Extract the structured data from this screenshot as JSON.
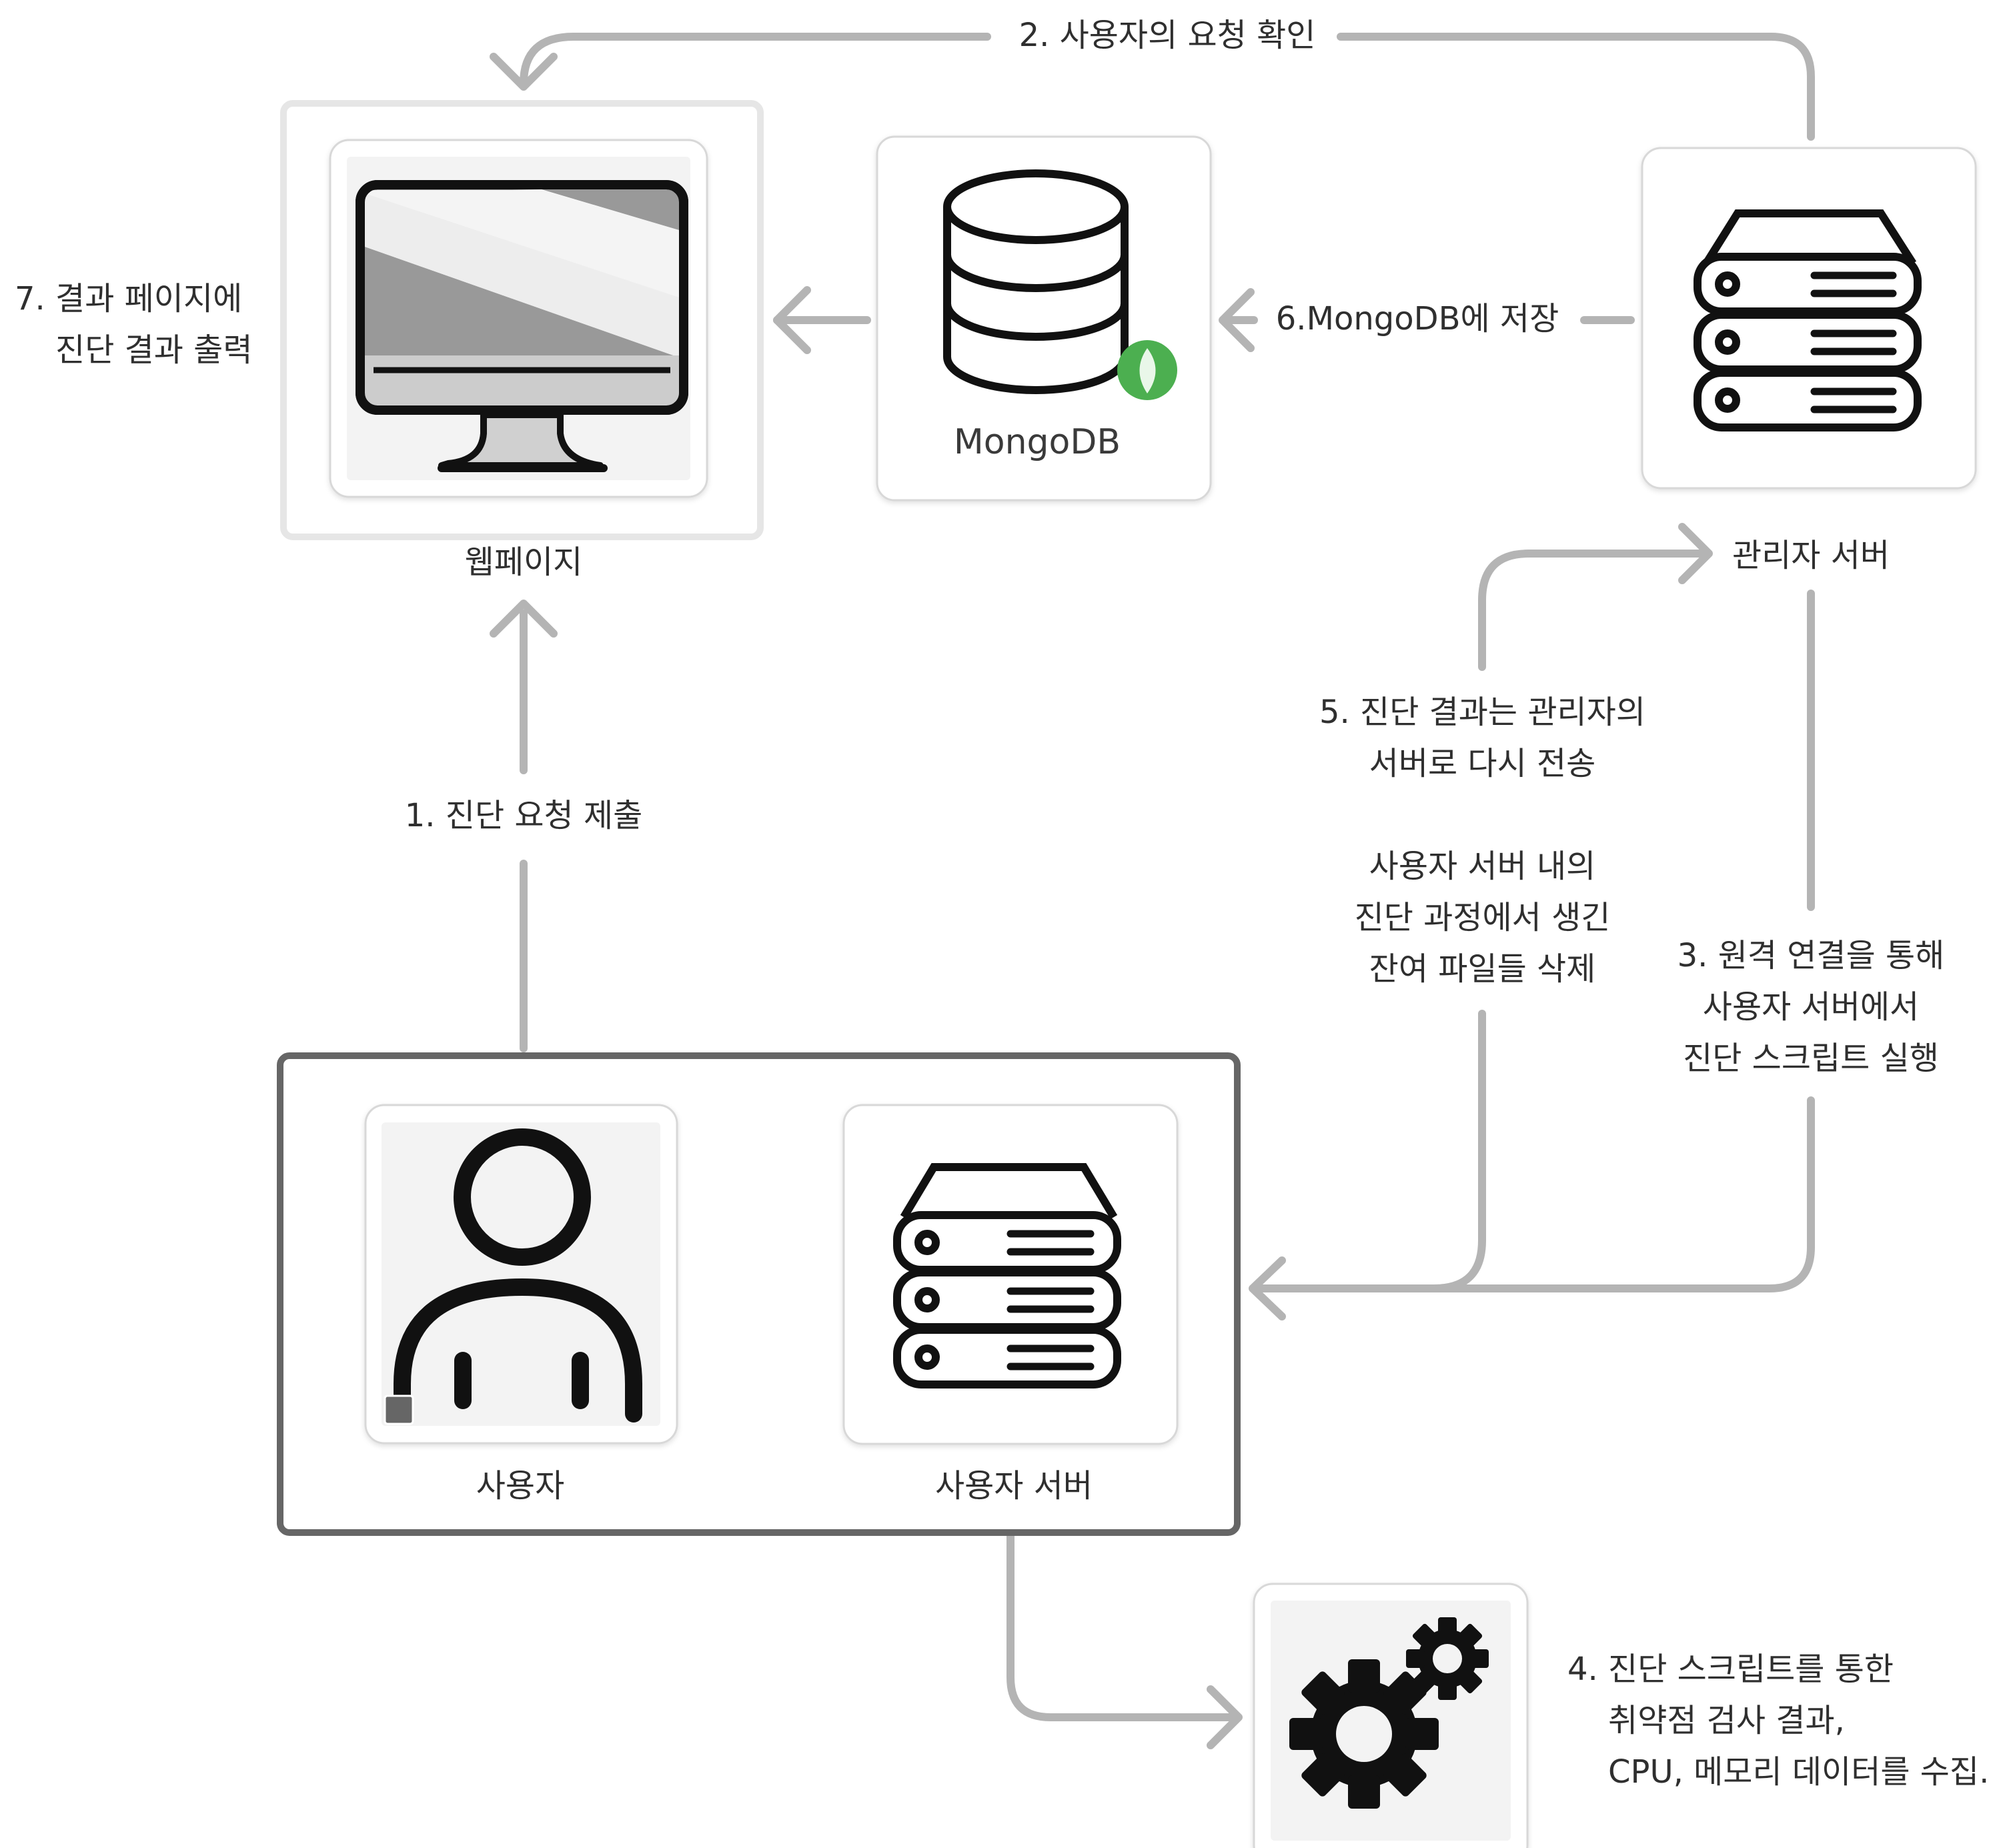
{
  "nodes": {
    "webpage": {
      "label": "웹페이지",
      "icon": "monitor-icon"
    },
    "mongodb": {
      "label": "MongoDB",
      "icon": "database-icon"
    },
    "admin_server": {
      "label": "관리자 서버",
      "icon": "server-icon"
    },
    "user": {
      "label": "사용자",
      "icon": "person-icon"
    },
    "user_server": {
      "label": "사용자 서버",
      "icon": "server-icon"
    },
    "script": {
      "icon": "gears-icon"
    }
  },
  "steps": {
    "s1": "1. 진단 요청 제출",
    "s2": "2. 사용자의 요청 확인",
    "s3": "3. 원격 연결을 통해\n사용자 서버에서\n진단 스크립트 실행",
    "s4": "4. 진단 스크립트를 통한\n    취약점 검사 결과,\n    CPU, 메모리 데이터를 수집.",
    "s5": "5. 진단 결과는 관리자의\n서버로 다시 전송\n\n사용자 서버 내의\n진단 과정에서 생긴\n잔여 파일들 삭제",
    "s6": "6.MongoDB에 저장",
    "s7": "7. 결과 페이지에\n    진단 결과 출력"
  },
  "colors": {
    "arrow": "#b4b4b4",
    "card_border": "#d8d8d8",
    "group_border": "#666666",
    "icon": "#111111",
    "mongo_leaf": "#4caf50"
  }
}
